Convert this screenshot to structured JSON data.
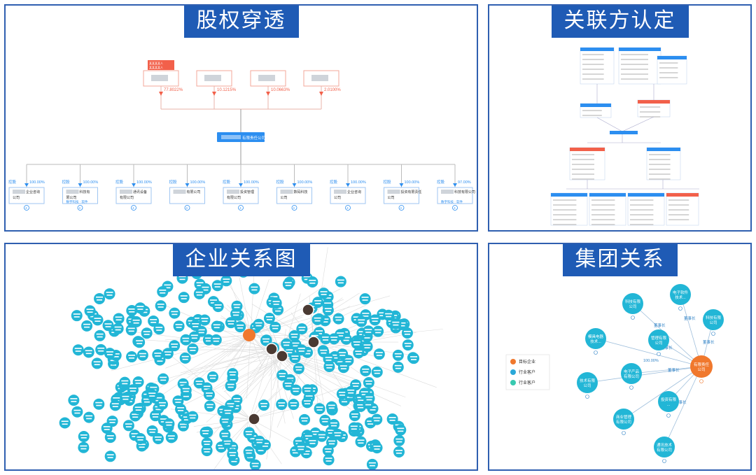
{
  "panels": {
    "equity": {
      "title": "股权穿透",
      "top_note": [
        "某某某某人",
        "某某某某人"
      ],
      "shareholder_pcts": [
        "77.8022%",
        "10.1215%",
        "10.0663%",
        "2.0100%"
      ],
      "center_company": "有限责任公司",
      "subsidiaries": [
        {
          "tag": "控股",
          "pct": "100.00%",
          "name1": "企业咨询",
          "name2": "公司",
          "extra": ""
        },
        {
          "tag": "控股",
          "pct": "100.00%",
          "name1": "科技有",
          "name2": "限公司",
          "extra": "数字科技 · 软件"
        },
        {
          "tag": "控股",
          "pct": "100.00%",
          "name1": "通讯设备",
          "name2": "有限公司",
          "extra": ""
        },
        {
          "tag": "控股",
          "pct": "100.00%",
          "name1": "有限公司",
          "name2": "",
          "extra": ""
        },
        {
          "tag": "控股",
          "pct": "100.00%",
          "name1": "投资管理",
          "name2": "有限公司",
          "extra": ""
        },
        {
          "tag": "控股",
          "pct": "100.00%",
          "name1": "数码科技",
          "name2": "公司",
          "extra": ""
        },
        {
          "tag": "控股",
          "pct": "100.00%",
          "name1": "企业咨询",
          "name2": "公司",
          "extra": ""
        },
        {
          "tag": "控股",
          "pct": "100.00%",
          "name1": "投资有限责任",
          "name2": "公司",
          "extra": ""
        },
        {
          "tag": "控股",
          "pct": "97.00%",
          "name1": "科技有限公司",
          "name2": "",
          "extra": "数字科技 · 软件"
        }
      ]
    },
    "related": {
      "title": "关联方认定"
    },
    "enterprise": {
      "title": "企业关系图"
    },
    "group": {
      "title": "集团关系",
      "legend": [
        {
          "label": "目标企业",
          "color": "#f0782d"
        },
        {
          "label": "行业客户",
          "color": "#2aa8d8"
        },
        {
          "label": "行业客户",
          "color": "#38c9b0"
        }
      ],
      "center": "有限责任公司",
      "nodes": [
        {
          "label": "科技有限公司",
          "key": "n1"
        },
        {
          "label": "电子软件技术...",
          "key": "n2"
        },
        {
          "label": "科技有限公司",
          "key": "n3"
        },
        {
          "label": "模具电器技术...",
          "key": "n4"
        },
        {
          "label": "管理有限公司",
          "key": "n5"
        },
        {
          "label": "技术有限公司",
          "key": "n6"
        },
        {
          "label": "电子产品有限公司",
          "key": "n7"
        },
        {
          "label": "投资有限...",
          "key": "n8"
        },
        {
          "label": "商业管理有限公司",
          "key": "n9"
        },
        {
          "label": "通讯技术有限公司",
          "key": "n10"
        }
      ],
      "edge_labels": [
        "董事长",
        "董事长",
        "董事长",
        "董事长",
        "100.00%",
        "董事长",
        "董事长"
      ]
    }
  },
  "colors": {
    "brand": "#1f5bb5",
    "panel_border": "#2f5fb0",
    "red": "#f2604a",
    "blue": "#2c8ef0",
    "teal": "#22b6d6",
    "orange": "#f0782d"
  }
}
